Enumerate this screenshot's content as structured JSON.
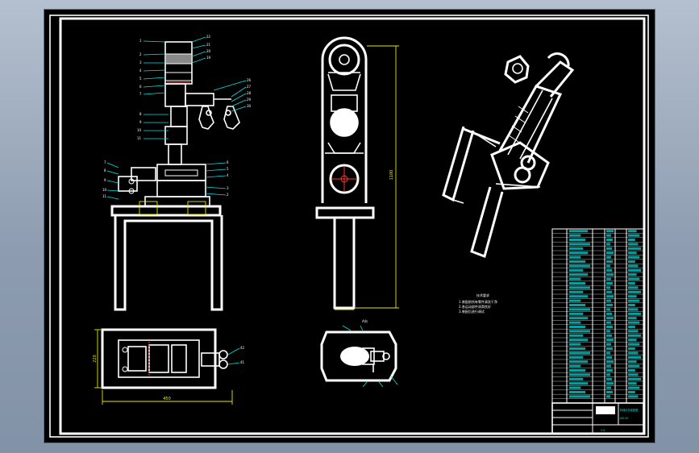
{
  "drawing": {
    "views": [
      "front-view",
      "side-view",
      "isometric-view",
      "top-view",
      "detail-view"
    ],
    "dimensions": {
      "side_height": "1100",
      "top_width": "450",
      "top_depth": "220"
    },
    "detail_title": "A向",
    "notes": {
      "title": "技术要求",
      "lines": [
        "1.装配前所有零件清洗干净",
        "2.各运动部件润滑良好",
        "3.装配后进行调试"
      ]
    },
    "title_block": {
      "name": "机械手总装配图",
      "drawing_no": "JXS-00",
      "scale": "1:5"
    }
  }
}
